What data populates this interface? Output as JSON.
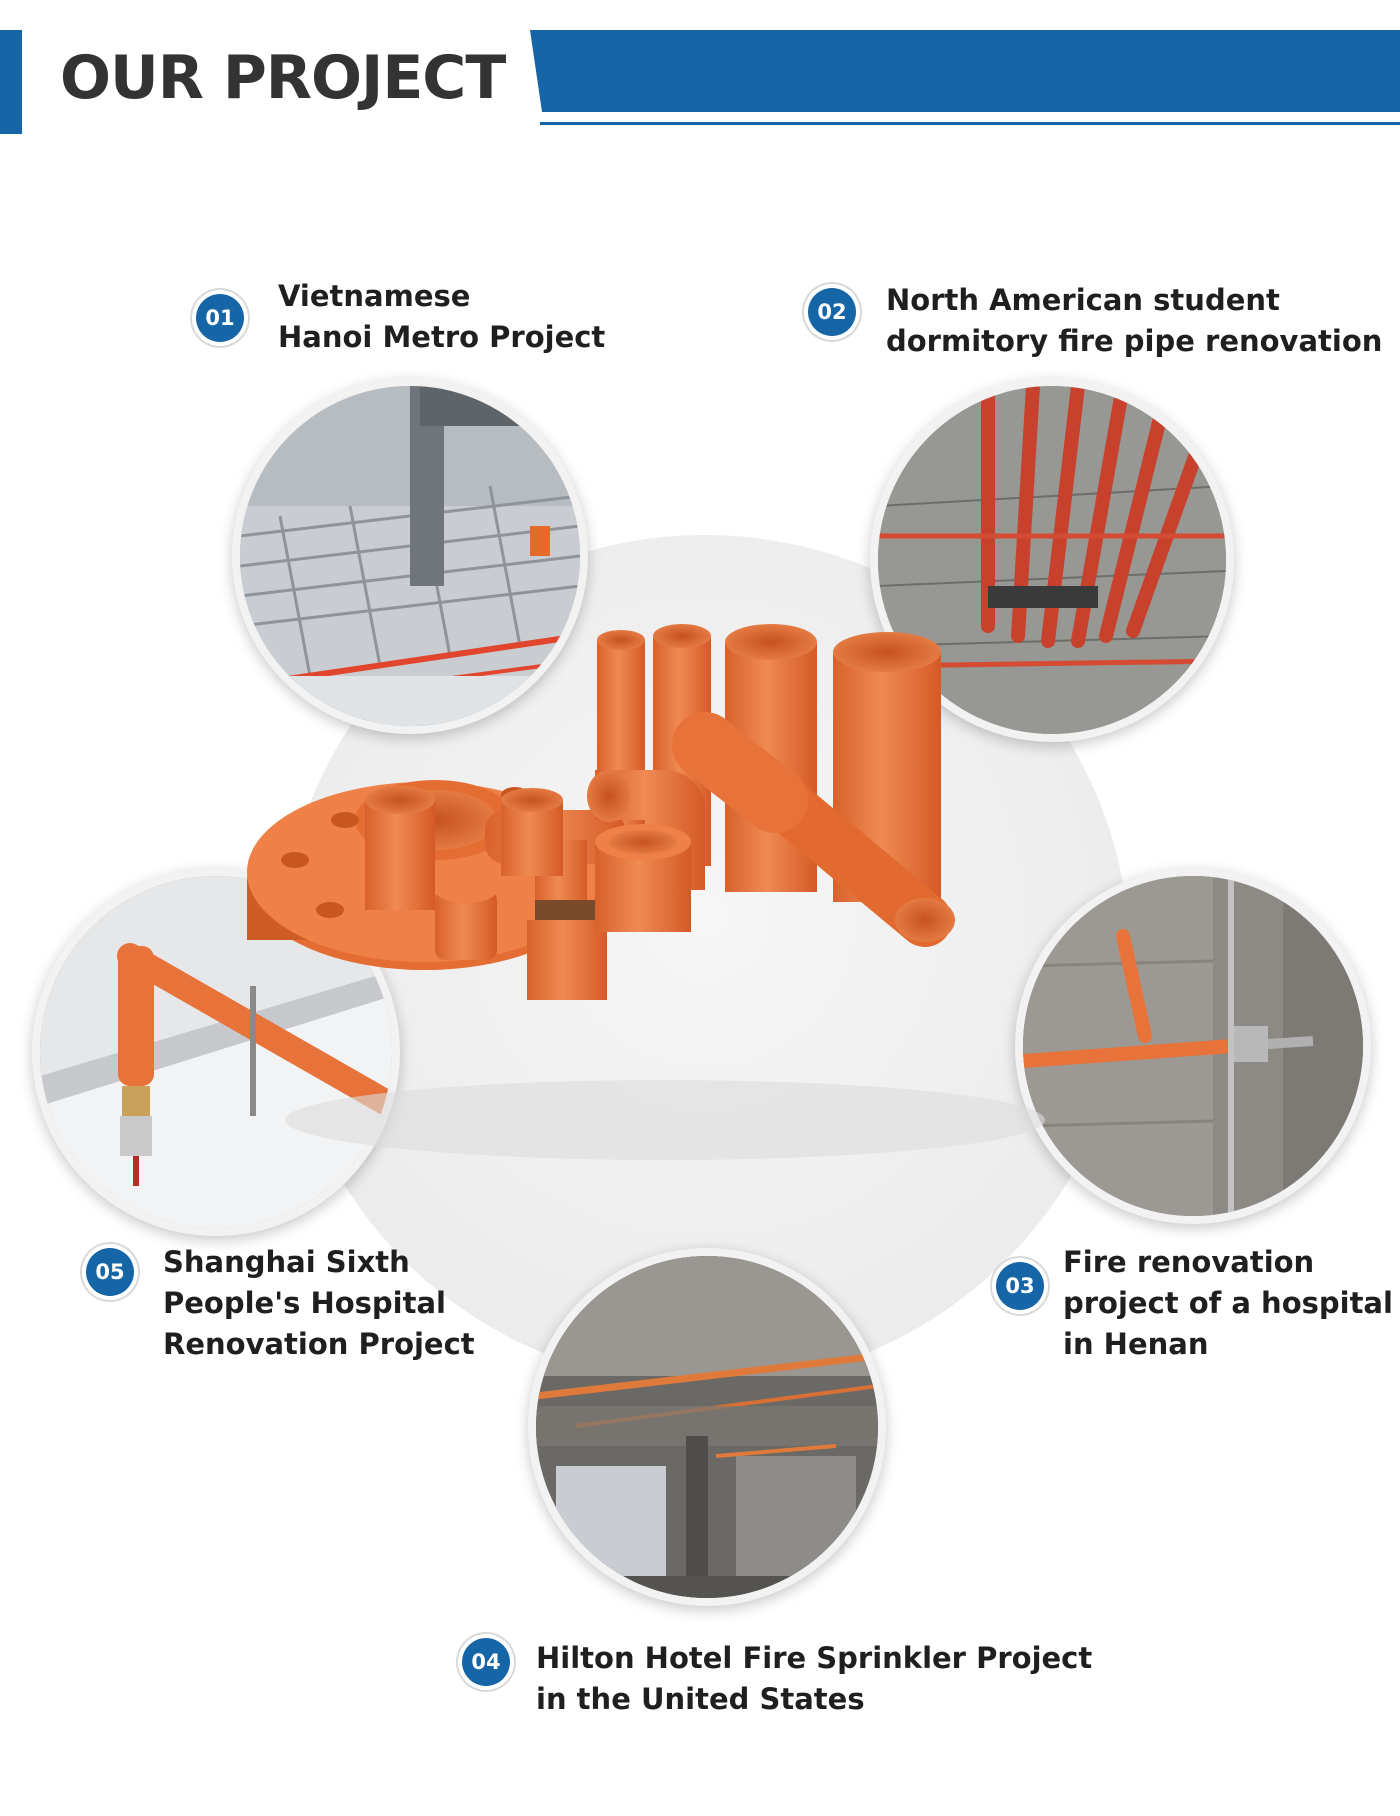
{
  "header": {
    "title": "OUR PROJECT",
    "accent_color": "#1565a7"
  },
  "projects": [
    {
      "number": "01",
      "lines": [
        "Vietnamese",
        "Hanoi Metro Project"
      ]
    },
    {
      "number": "02",
      "lines": [
        "North American student",
        "dormitory fire pipe renovation"
      ]
    },
    {
      "number": "03",
      "lines": [
        "Fire renovation",
        "project of a hospital",
        "in Henan"
      ]
    },
    {
      "number": "04",
      "lines": [
        "Hilton Hotel Fire Sprinkler Project",
        "in the United States"
      ]
    },
    {
      "number": "05",
      "lines": [
        "Shanghai Sixth",
        "People's Hospital",
        "Renovation Project"
      ]
    }
  ],
  "colors": {
    "pipe_orange": "#e8733a",
    "badge_blue": "#1565a7",
    "text": "#1f1f1f"
  }
}
